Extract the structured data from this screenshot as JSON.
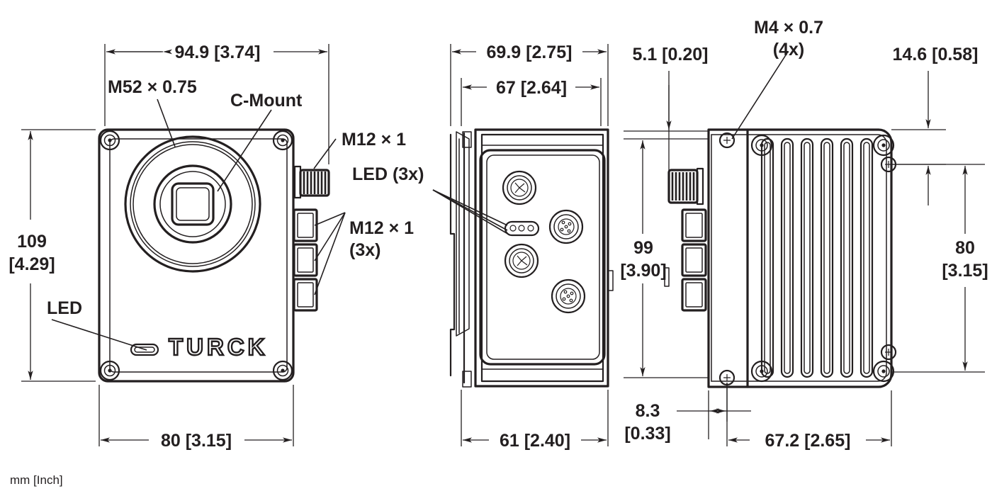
{
  "drawing": {
    "title": "Vision sensor dimensional drawing",
    "units_note": "mm [Inch]",
    "line_color": "#231f20",
    "background": "#ffffff"
  },
  "views": [
    {
      "id": "front",
      "name": "front-view"
    },
    {
      "id": "side",
      "name": "side-view"
    },
    {
      "id": "rear",
      "name": "rear-view"
    }
  ],
  "dimensions": {
    "front_top": "94.9 [3.74]",
    "front_bottom": "80 [3.15]",
    "front_left": {
      "line1": "109",
      "line2": "[4.29]"
    },
    "side_top_outer": "69.9 [2.75]",
    "side_top_inner": "67 [2.64]",
    "side_bottom": "61 [2.40]",
    "rear_top_left": "5.1 [0.20]",
    "rear_top_right": "14.6 [0.58]",
    "rear_left": {
      "line1": "99",
      "line2": "[3.90]"
    },
    "rear_right": {
      "line1": "80",
      "line2": "[3.15]"
    },
    "rear_bottom_left": {
      "line1": "8.3",
      "line2": "[0.33]"
    },
    "rear_bottom_right": "67.2 [2.65]"
  },
  "callouts": {
    "m52": "M52 × 0.75",
    "cmount": "C-Mount",
    "m12_single": "M12 × 1",
    "led_3x": "LED (3x)",
    "m12_3x_l1": "M12 × 1",
    "m12_3x_l2": "(3x)",
    "led": "LED",
    "m4_l1": "M4 × 0.7",
    "m4_l2": "(4x)"
  },
  "branding": {
    "logo_text": "TURCK"
  }
}
